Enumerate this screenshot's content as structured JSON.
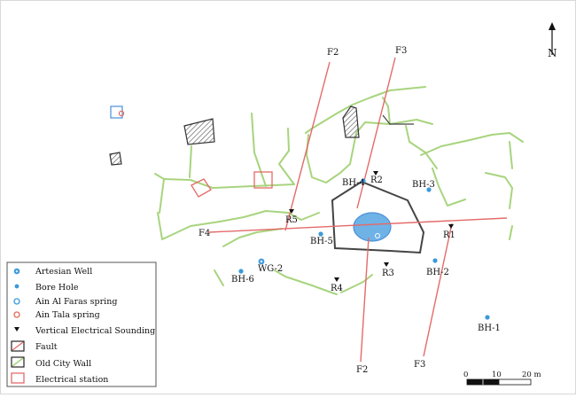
{
  "north": {
    "label": "N"
  },
  "faults": [
    {
      "id": "F2",
      "top_label": "F2",
      "bottom_label": "F2"
    },
    {
      "id": "F3",
      "top_label": "F3",
      "bottom_label": "F3"
    },
    {
      "id": "F4",
      "label": "F4"
    }
  ],
  "sounding_labels": [
    "R1",
    "R2",
    "R3",
    "R4",
    "R5"
  ],
  "borehole_labels": [
    "BH-1",
    "BH-2",
    "BH-3",
    "BH-4",
    "BH-5",
    "BH-6"
  ],
  "artesian_well_label": "WG-2",
  "legend": {
    "items": [
      {
        "label": "Artesian Well",
        "symbol": "artesian-well-icon",
        "color": "#3a9ad9"
      },
      {
        "label": "Bore Hole",
        "symbol": "bore-hole-icon",
        "color": "#3a9ad9"
      },
      {
        "label": "Ain Al Faras spring",
        "symbol": "spring-ring-icon",
        "color": "#3a9ad9"
      },
      {
        "label": "Ain Tala spring",
        "symbol": "spring-ring-icon",
        "color": "#e06a5a"
      },
      {
        "label": "Vertical Electrical Sounding",
        "symbol": "triangle-down-icon",
        "color": "#111111"
      },
      {
        "label": "Fault",
        "symbol": "fault-swatch-icon",
        "color": "#e46a6a"
      },
      {
        "label": "Old City Wall",
        "symbol": "wall-swatch-icon",
        "color": "#a8d47e"
      },
      {
        "label": "Electrical station",
        "symbol": "station-swatch-icon",
        "color": "#e46a6a"
      }
    ]
  },
  "scale_bar": {
    "labels": [
      "0",
      "10",
      "20 m"
    ]
  },
  "colors": {
    "wall": "#a8d47e",
    "fault": "#e46a6a",
    "water": "#3a9ad9",
    "outline": "#444444"
  }
}
